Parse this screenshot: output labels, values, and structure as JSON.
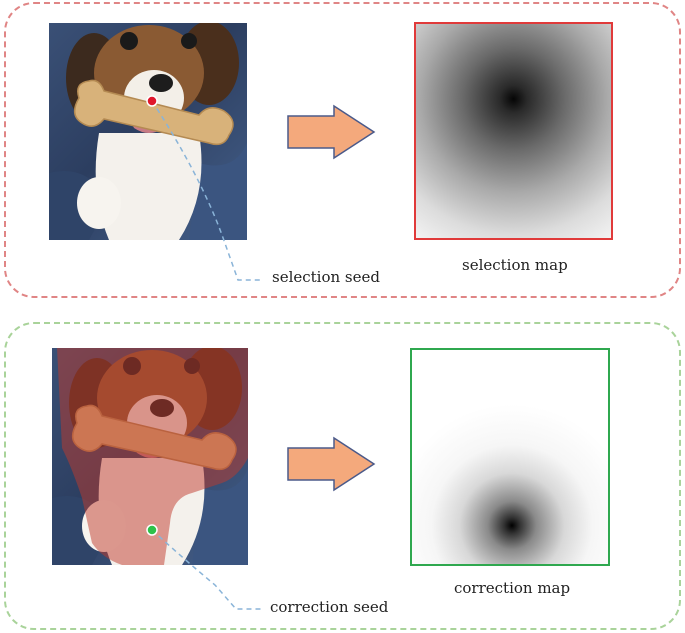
{
  "labels": {
    "selection_seed": "selection seed",
    "selection_map": "selection map",
    "correction_map": "correction map",
    "correction_seed": "correction seed"
  },
  "colors": {
    "top_panel_border": "#e08585",
    "bottom_panel_border": "#a9d39a",
    "selection_map_border": "#e03a3a",
    "correction_map_border": "#2fa84f",
    "arrow_fill": "#f4a97c",
    "arrow_stroke": "#4b5a8a",
    "selection_seed_dot": "#e0162b",
    "correction_seed_dot": "#2cc24a",
    "leader_line": "#8ab4d8",
    "mask_overlay": "#c0392b"
  },
  "icons": {
    "arrow": "right-arrow-icon"
  }
}
